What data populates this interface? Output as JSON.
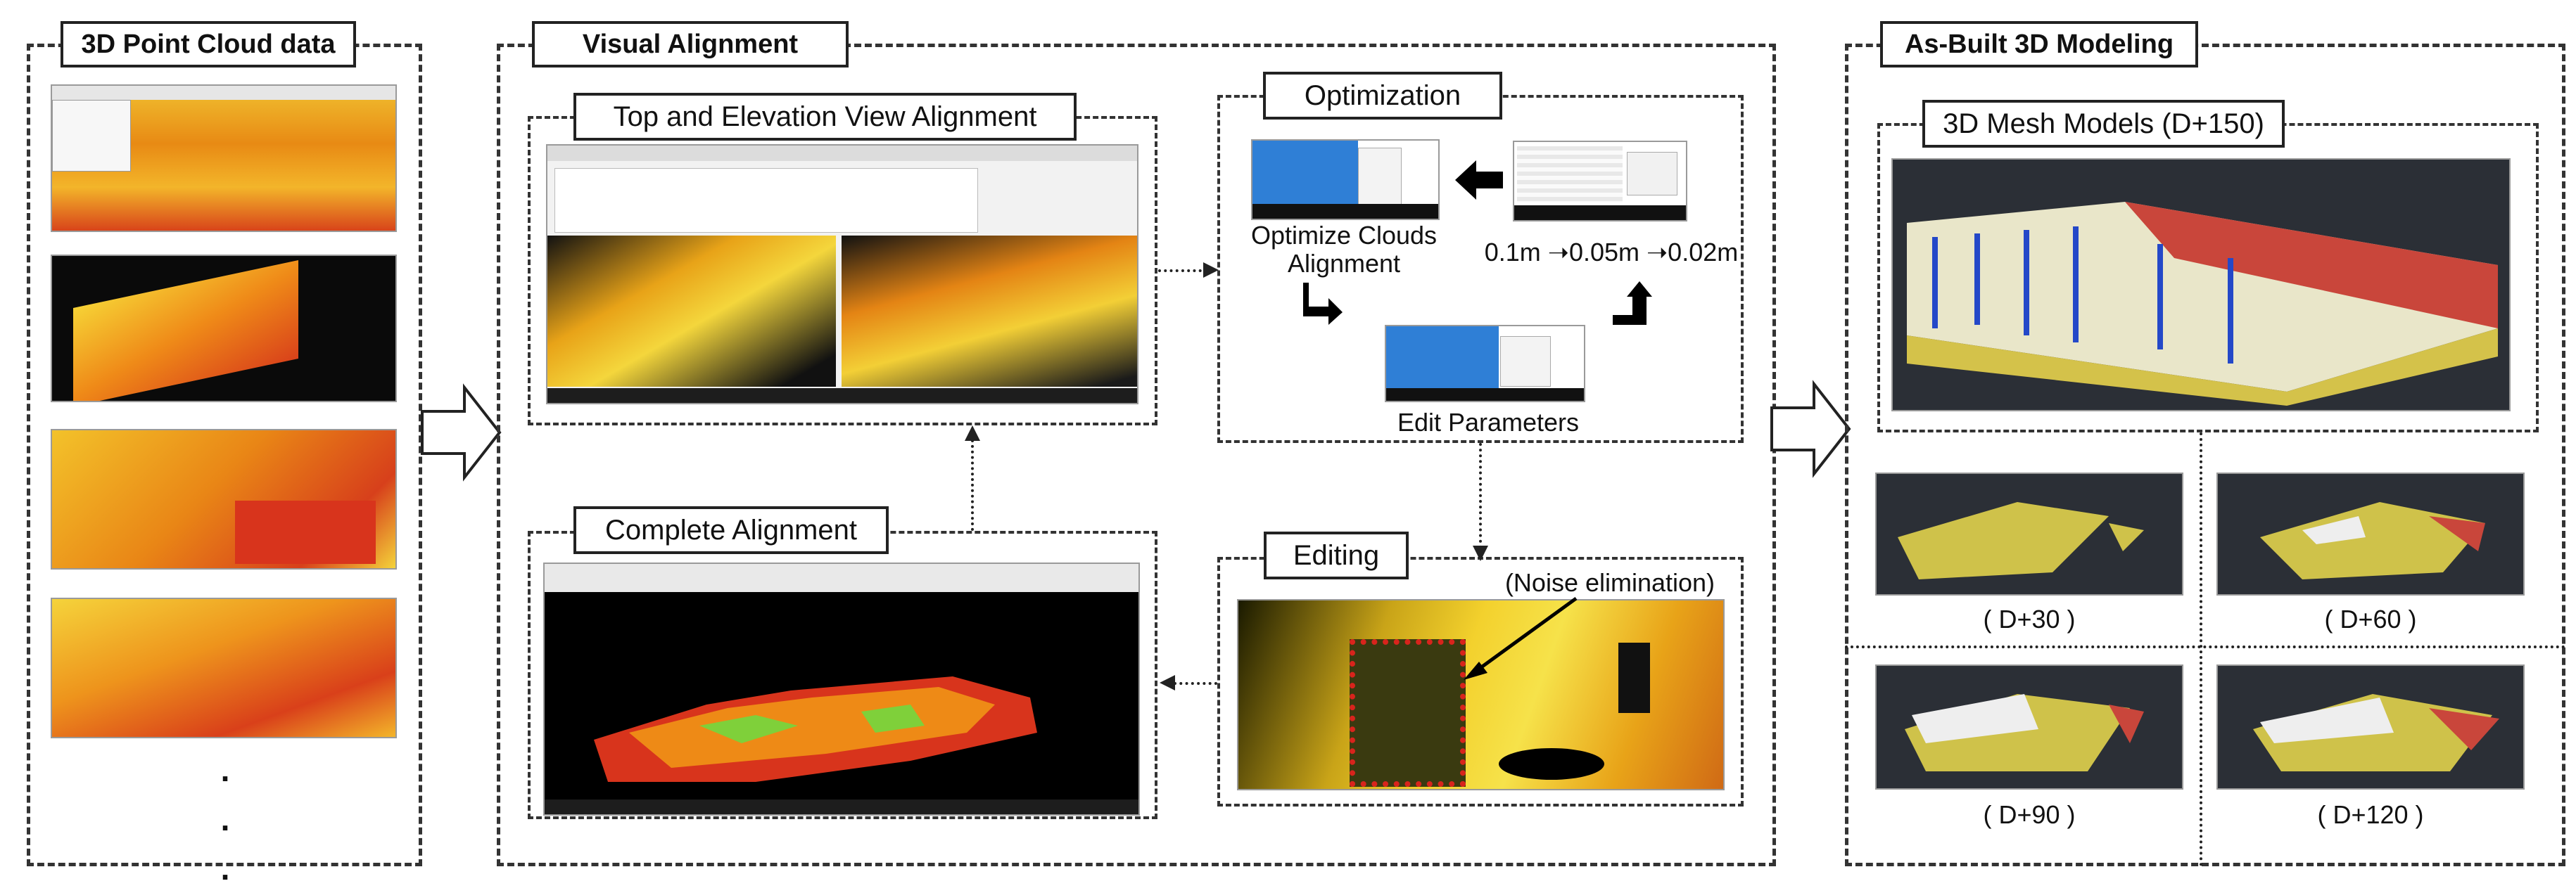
{
  "sections": {
    "point_cloud": {
      "title": "3D Point Cloud data"
    },
    "visual_alignment": {
      "title": "Visual Alignment"
    },
    "as_built": {
      "title": "As-Built 3D Modeling"
    }
  },
  "alignment": {
    "top_elevation": "Top and Elevation View Alignment",
    "complete": "Complete Alignment",
    "optimization": "Optimization",
    "optimize_clouds": "Optimize Clouds\nAlignment",
    "steps": "0.1m ➝0.05m ➝0.02m",
    "edit_parameters": "Edit Parameters",
    "editing": "Editing",
    "noise": "(Noise elimination)"
  },
  "modeling": {
    "mesh_title": "3D Mesh Models (D+150)",
    "d30": "( D+30 )",
    "d60": "( D+60 )",
    "d90": "( D+90 )",
    "d120": "( D+120 )"
  },
  "colors": {
    "cloud_orange": "#f08a1a",
    "cloud_yellow": "#f5d21c",
    "cloud_red": "#d8341c",
    "cad_dark": "#2b2f36",
    "blue_panel": "#2f7fd6"
  }
}
